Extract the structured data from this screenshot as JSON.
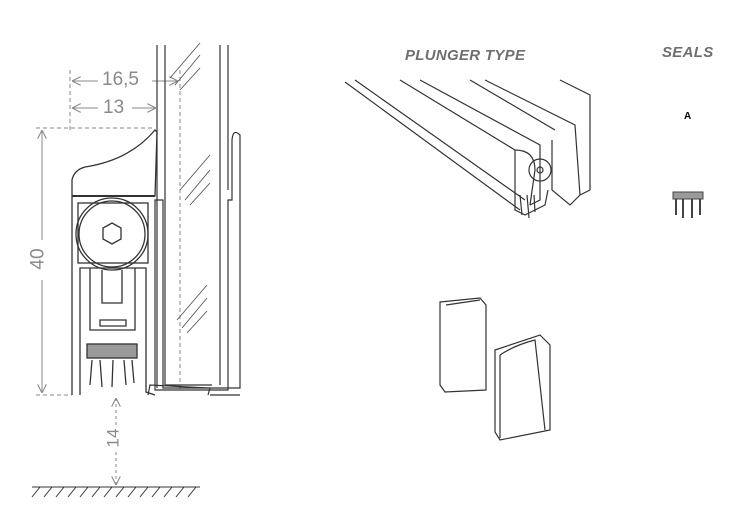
{
  "titles": {
    "plunger_type": "PLUNGER TYPE",
    "seals": "SEALS"
  },
  "dimensions": {
    "width_total": "16,5",
    "width_profile": "13",
    "height": "40",
    "gap": "14"
  },
  "seals": {
    "label": "A"
  },
  "colors": {
    "line": "#3a3a3a",
    "dimension": "#8a8a8a",
    "seal_fill": "#9a9a9a"
  }
}
